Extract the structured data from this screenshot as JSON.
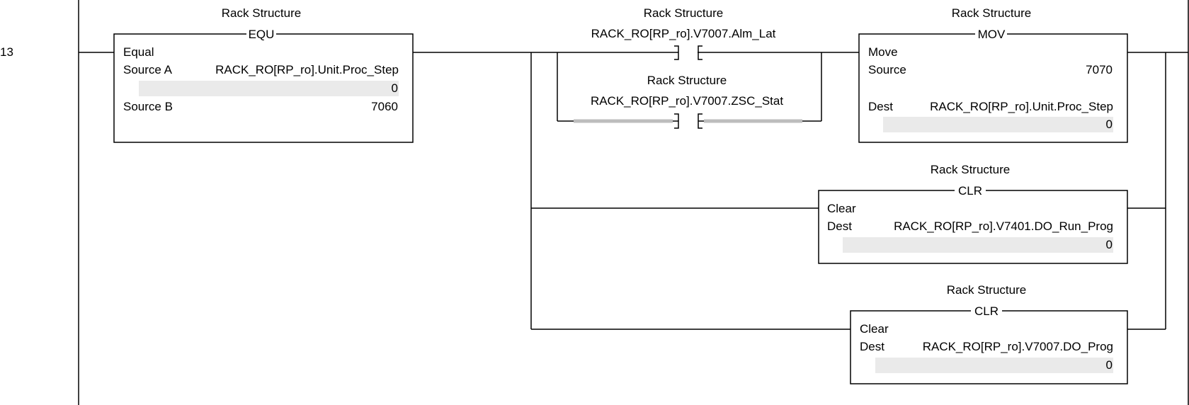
{
  "rung": {
    "number": "13"
  },
  "equ": {
    "tag_group": "Rack Structure",
    "mnemonic": "EQU",
    "title": "Equal",
    "source_a_label": "Source A",
    "source_a_tag": "RACK_RO[RP_ro].Unit.Proc_Step",
    "source_a_value": "0",
    "source_b_label": "Source B",
    "source_b_value": "7060"
  },
  "contact_alm": {
    "tag_group": "Rack Structure",
    "tag": "RACK_RO[RP_ro].V7007.Alm_Lat"
  },
  "contact_zsc": {
    "tag_group": "Rack Structure",
    "tag": "RACK_RO[RP_ro].V7007.ZSC_Stat"
  },
  "mov": {
    "tag_group": "Rack Structure",
    "mnemonic": "MOV",
    "title": "Move",
    "source_label": "Source",
    "source_value": "7070",
    "dest_label": "Dest",
    "dest_tag": "RACK_RO[RP_ro].Unit.Proc_Step",
    "dest_value": "0"
  },
  "clr_run_prog": {
    "tag_group": "Rack Structure",
    "mnemonic": "CLR",
    "title": "Clear",
    "dest_label": "Dest",
    "dest_tag": "RACK_RO[RP_ro].V7401.DO_Run_Prog",
    "dest_value": "0"
  },
  "clr_prog": {
    "tag_group": "Rack Structure",
    "mnemonic": "CLR",
    "title": "Clear",
    "dest_label": "Dest",
    "dest_tag": "RACK_RO[RP_ro].V7007.DO_Prog",
    "dest_value": "0"
  }
}
